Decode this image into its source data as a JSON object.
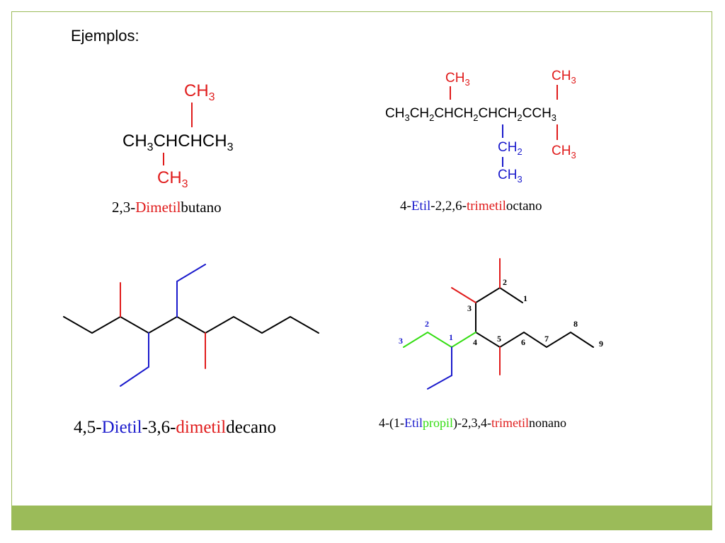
{
  "heading": "Ejemplos:",
  "colors": {
    "black": "#000000",
    "red": "#e01b1b",
    "blue": "#1a1acc",
    "green": "#33dd11",
    "frame": "#9bbb59"
  },
  "ex1": {
    "formula": {
      "main": "CH",
      "sub3": "3",
      "mid": "CHCHCH",
      "sub3b": "3"
    },
    "branch_top": {
      "main": "CH",
      "sub": "3"
    },
    "branch_bottom": {
      "main": "CH",
      "sub": "3"
    },
    "name": {
      "p1": "2,3-",
      "p2": "Dimetil",
      "p3": "butano"
    }
  },
  "ex2": {
    "formula": {
      "a": "CH",
      "a_sub": "3",
      "b": "CH",
      "b_sub": "2",
      "c": "CHCH",
      "c_sub": "2",
      "d": "CHCH",
      "d_sub": "2",
      "e": "CCH",
      "e_sub": "3"
    },
    "branch_top_1": {
      "main": "CH",
      "sub": "3"
    },
    "branch_top_2": {
      "main": "CH",
      "sub": "3"
    },
    "branch_ethyl_1": {
      "main": "CH",
      "sub": "2"
    },
    "branch_ethyl_2": {
      "main": "CH",
      "sub": "3"
    },
    "branch_bottom": {
      "main": "CH",
      "sub": "3"
    },
    "name": {
      "p1": "4-",
      "p2": "Etil",
      "p3": "-2,2,6-",
      "p4": "trimetil",
      "p5": "octano"
    }
  },
  "ex3": {
    "name": {
      "p1": "4,5-",
      "p2": "Dietil",
      "p3": "-3,6-",
      "p4": "dimetil",
      "p5": "decano"
    }
  },
  "ex4": {
    "numbers": {
      "n1": "1",
      "n2": "2",
      "n3": "3",
      "n4": "4",
      "n5": "5",
      "n6": "6",
      "n7": "7",
      "n8": "8",
      "n9": "9",
      "g1": "1",
      "g2": "2",
      "g3": "3"
    },
    "name": {
      "p1": "4-(1-",
      "p2": "Etil",
      "p3": "propil",
      "p4": ")-2,3,4-",
      "p5": "trimetil",
      "p6": "nonano"
    }
  }
}
